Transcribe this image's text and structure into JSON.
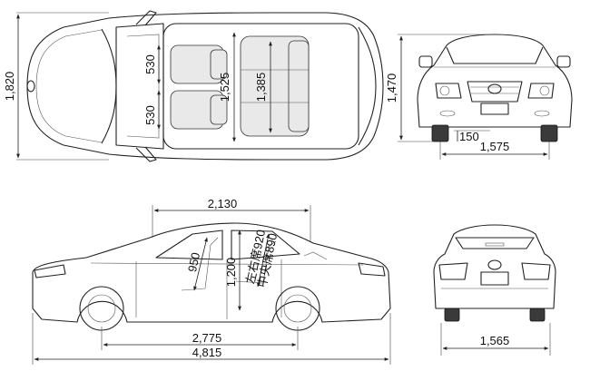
{
  "dimensions": {
    "overall_width": "1,820",
    "front_seat_width": "530",
    "rear_seat_width": "530",
    "front_shoulder_width": "1,525",
    "rear_shoulder_width": "1,385",
    "overall_height": "1,470",
    "ground_clearance": "150",
    "front_tread": "1,575",
    "rear_tread": "1,565",
    "cabin_length": "2,130",
    "front_headroom": "950",
    "interior_height": "1,200",
    "rear_headroom_side": "左右席920",
    "rear_headroom_center": "中央席890",
    "wheelbase": "2,775",
    "overall_length": "4,815"
  }
}
